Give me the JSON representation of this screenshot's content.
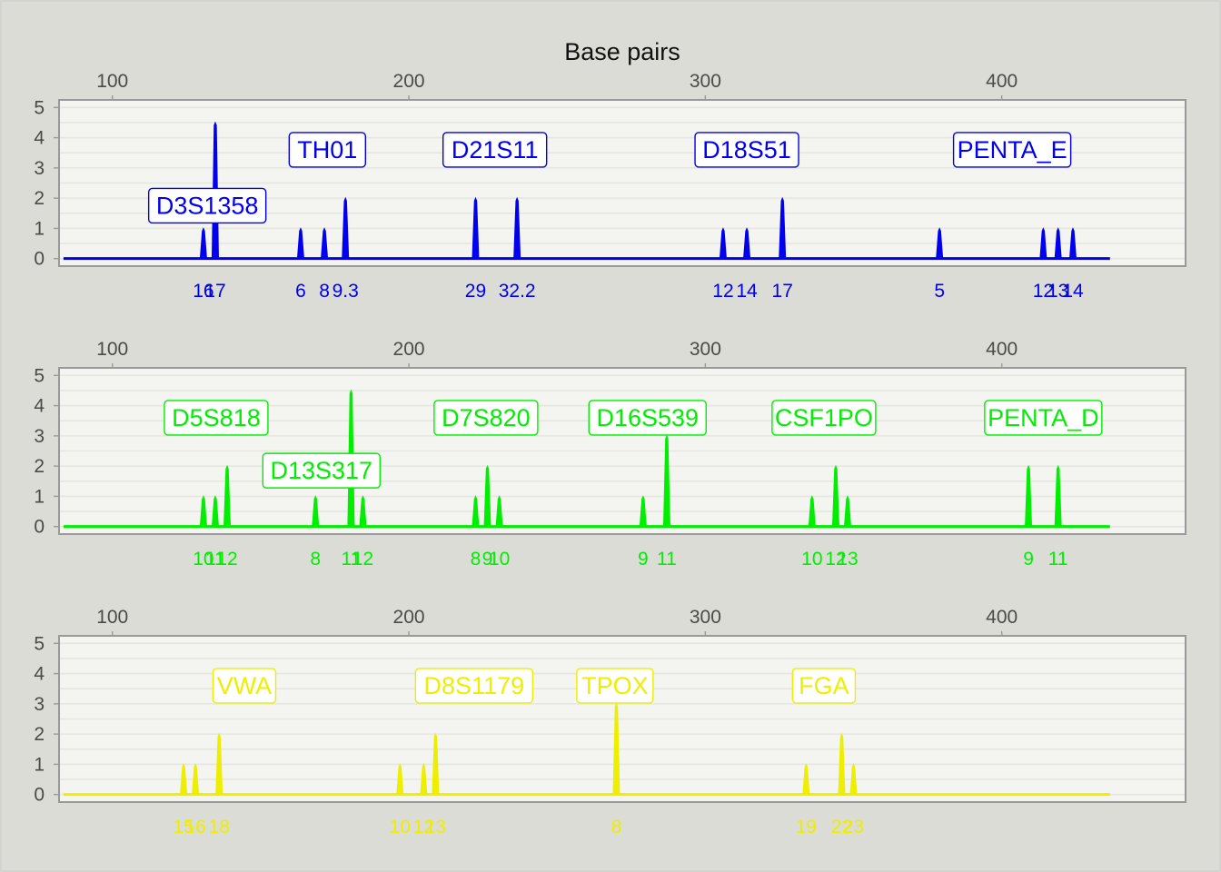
{
  "chart_data": {
    "type": "line",
    "title": "Base pairs",
    "xlim": [
      82,
      462
    ],
    "ylim": [
      -0.25,
      5.25
    ],
    "x_ticks": [
      "100",
      "200",
      "300",
      "400"
    ],
    "y_ticks": [
      "0",
      "1",
      "2",
      "3",
      "4",
      "5"
    ],
    "grid": true,
    "panels": [
      {
        "color": "#0000ee",
        "markers": [
          {
            "label": "D3S1358",
            "x": 132,
            "y": 1.75
          },
          {
            "label": "TH01",
            "x": 172.5,
            "y": 3.6
          },
          {
            "label": "D21S11",
            "x": 229,
            "y": 3.6
          },
          {
            "label": "D18S51",
            "x": 314,
            "y": 3.6
          },
          {
            "label": "PENTA_E",
            "x": 403.5,
            "y": 3.6
          }
        ],
        "peaks": [
          {
            "x": 130.7,
            "height": 1,
            "label": "16"
          },
          {
            "x": 134.7,
            "height": 4.5,
            "label": "17"
          },
          {
            "x": 134.7,
            "height": 1,
            "label": ""
          },
          {
            "x": 163.5,
            "height": 1,
            "label": "6"
          },
          {
            "x": 171.5,
            "height": 1,
            "label": "8"
          },
          {
            "x": 178.6,
            "height": 2,
            "label": "9.3"
          },
          {
            "x": 222.5,
            "height": 2,
            "label": "29"
          },
          {
            "x": 236.5,
            "height": 2,
            "label": "32.2"
          },
          {
            "x": 306,
            "height": 1,
            "label": "12"
          },
          {
            "x": 314,
            "height": 1,
            "label": "14"
          },
          {
            "x": 326,
            "height": 2,
            "label": "17"
          },
          {
            "x": 379,
            "height": 1,
            "label": "5"
          },
          {
            "x": 414,
            "height": 1,
            "label": "12"
          },
          {
            "x": 419,
            "height": 1,
            "label": "13"
          },
          {
            "x": 424,
            "height": 1,
            "label": "14"
          }
        ]
      },
      {
        "color": "#00ee00",
        "markers": [
          {
            "label": "D5S818",
            "x": 135,
            "y": 3.6
          },
          {
            "label": "D13S317",
            "x": 170.5,
            "y": 1.85
          },
          {
            "label": "D7S820",
            "x": 226,
            "y": 3.6
          },
          {
            "label": "D16S539",
            "x": 280.5,
            "y": 3.6
          },
          {
            "label": "CSF1PO",
            "x": 340,
            "y": 3.6
          },
          {
            "label": "PENTA_D",
            "x": 414,
            "y": 3.6
          }
        ],
        "peaks": [
          {
            "x": 130.7,
            "height": 1,
            "label": "10"
          },
          {
            "x": 134.7,
            "height": 1,
            "label": "11"
          },
          {
            "x": 138.7,
            "height": 2,
            "label": "12"
          },
          {
            "x": 168.5,
            "height": 1,
            "label": "8"
          },
          {
            "x": 180.5,
            "height": 4.5,
            "label": "11"
          },
          {
            "x": 180.5,
            "height": 1.2,
            "label": ""
          },
          {
            "x": 184.5,
            "height": 1,
            "label": "12"
          },
          {
            "x": 222.5,
            "height": 1,
            "label": "8"
          },
          {
            "x": 226.5,
            "height": 2,
            "label": "9"
          },
          {
            "x": 230.5,
            "height": 1,
            "label": "10"
          },
          {
            "x": 279,
            "height": 1,
            "label": "9"
          },
          {
            "x": 287,
            "height": 3,
            "label": "11"
          },
          {
            "x": 336,
            "height": 1,
            "label": "10"
          },
          {
            "x": 344,
            "height": 2,
            "label": "12"
          },
          {
            "x": 348,
            "height": 1,
            "label": "13"
          },
          {
            "x": 409,
            "height": 2,
            "label": "9"
          },
          {
            "x": 419,
            "height": 2,
            "label": "11"
          }
        ]
      },
      {
        "color": "#eeee00",
        "markers": [
          {
            "label": "VWA",
            "x": 144.5,
            "y": 3.6
          },
          {
            "label": "D8S1179",
            "x": 222,
            "y": 3.6
          },
          {
            "label": "TPOX",
            "x": 269.5,
            "y": 3.6
          },
          {
            "label": "FGA",
            "x": 340,
            "y": 3.6
          }
        ],
        "peaks": [
          {
            "x": 124,
            "height": 1,
            "label": "15"
          },
          {
            "x": 128,
            "height": 1,
            "label": "16"
          },
          {
            "x": 136,
            "height": 2,
            "label": "18"
          },
          {
            "x": 197,
            "height": 1,
            "label": "10"
          },
          {
            "x": 205,
            "height": 1,
            "label": "12"
          },
          {
            "x": 209,
            "height": 2,
            "label": "13"
          },
          {
            "x": 270,
            "height": 3,
            "label": "8"
          },
          {
            "x": 334,
            "height": 1,
            "label": "19"
          },
          {
            "x": 346,
            "height": 2,
            "label": "22"
          },
          {
            "x": 350,
            "height": 1,
            "label": "23"
          }
        ]
      }
    ]
  }
}
